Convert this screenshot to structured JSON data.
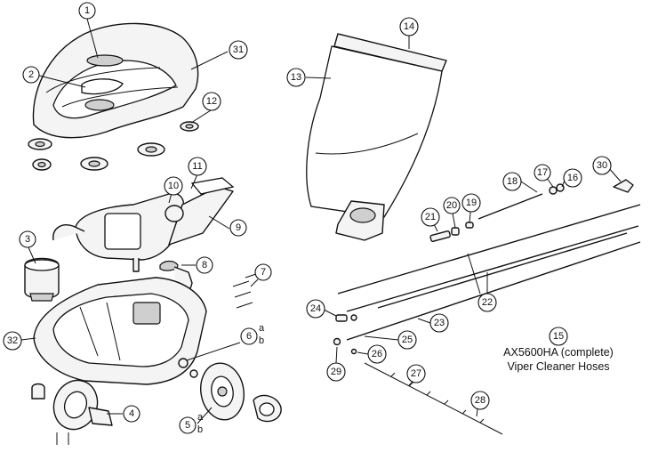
{
  "callouts": [
    {
      "id": "c1",
      "label": "1"
    },
    {
      "id": "c2",
      "label": "2"
    },
    {
      "id": "c31",
      "label": "31"
    },
    {
      "id": "c12",
      "label": "12"
    },
    {
      "id": "c11",
      "label": "11"
    },
    {
      "id": "c10",
      "label": "10"
    },
    {
      "id": "c9",
      "label": "9"
    },
    {
      "id": "c3",
      "label": "3"
    },
    {
      "id": "c8",
      "label": "8"
    },
    {
      "id": "c7",
      "label": "7"
    },
    {
      "id": "c32",
      "label": "32"
    },
    {
      "id": "c6",
      "label": "6"
    },
    {
      "id": "c4",
      "label": "4"
    },
    {
      "id": "c5",
      "label": "5"
    },
    {
      "id": "c14",
      "label": "14"
    },
    {
      "id": "c13",
      "label": "13"
    },
    {
      "id": "c18",
      "label": "18"
    },
    {
      "id": "c17",
      "label": "17"
    },
    {
      "id": "c16",
      "label": "16"
    },
    {
      "id": "c30",
      "label": "30"
    },
    {
      "id": "c21",
      "label": "21"
    },
    {
      "id": "c20",
      "label": "20"
    },
    {
      "id": "c19",
      "label": "19"
    },
    {
      "id": "c22",
      "label": "22"
    },
    {
      "id": "c24",
      "label": "24"
    },
    {
      "id": "c23",
      "label": "23"
    },
    {
      "id": "c25",
      "label": "25"
    },
    {
      "id": "c15",
      "label": "15"
    },
    {
      "id": "c26",
      "label": "26"
    },
    {
      "id": "c29",
      "label": "29"
    },
    {
      "id": "c27",
      "label": "27"
    },
    {
      "id": "c28",
      "label": "28"
    }
  ],
  "sub_labels": {
    "part6_a": "a",
    "part6_b": "b",
    "part5_a": "a",
    "part5_b": "b"
  },
  "caption": {
    "line1": "AX5600HA (complete)",
    "line2": "Viper Cleaner Hoses"
  }
}
